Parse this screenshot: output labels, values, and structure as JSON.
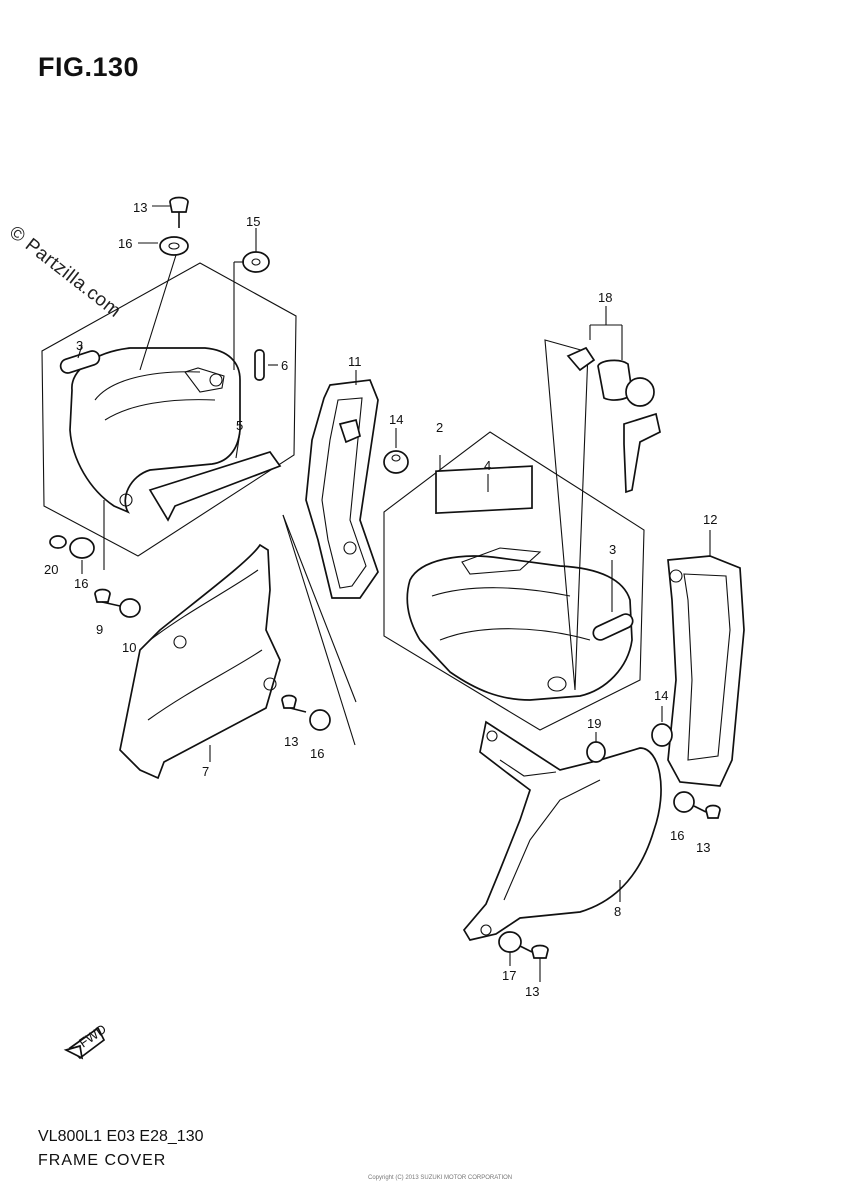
{
  "figure": {
    "title": "FIG.130",
    "watermark": "© Partzilla.com",
    "code": "VL800L1 E03 E28_130",
    "name": "FRAME COVER",
    "copyright": "Copyright (C) 2013 SUZUKI MOTOR CORPORATION"
  },
  "callouts": [
    {
      "id": "c13a",
      "label": "13"
    },
    {
      "id": "c16a",
      "label": "16"
    },
    {
      "id": "c15",
      "label": "15"
    },
    {
      "id": "c3a",
      "label": "3"
    },
    {
      "id": "c6",
      "label": "6"
    },
    {
      "id": "c5",
      "label": "5"
    },
    {
      "id": "c11",
      "label": "11"
    },
    {
      "id": "c14a",
      "label": "14"
    },
    {
      "id": "c18",
      "label": "18"
    },
    {
      "id": "c2",
      "label": "2"
    },
    {
      "id": "c4",
      "label": "4"
    },
    {
      "id": "c3b",
      "label": "3"
    },
    {
      "id": "c12",
      "label": "12"
    },
    {
      "id": "c20",
      "label": "20"
    },
    {
      "id": "c16b",
      "label": "16"
    },
    {
      "id": "c9",
      "label": "9"
    },
    {
      "id": "c10",
      "label": "10"
    },
    {
      "id": "c13b",
      "label": "13"
    },
    {
      "id": "c16c",
      "label": "16"
    },
    {
      "id": "c7",
      "label": "7"
    },
    {
      "id": "c19",
      "label": "19"
    },
    {
      "id": "c14b",
      "label": "14"
    },
    {
      "id": "c16d",
      "label": "16"
    },
    {
      "id": "c13c",
      "label": "13"
    },
    {
      "id": "c8",
      "label": "8"
    },
    {
      "id": "c17",
      "label": "17"
    },
    {
      "id": "c13d",
      "label": "13"
    }
  ],
  "fwd_icon": {
    "label": "FWD",
    "icon": "forward-arrow-icon"
  }
}
